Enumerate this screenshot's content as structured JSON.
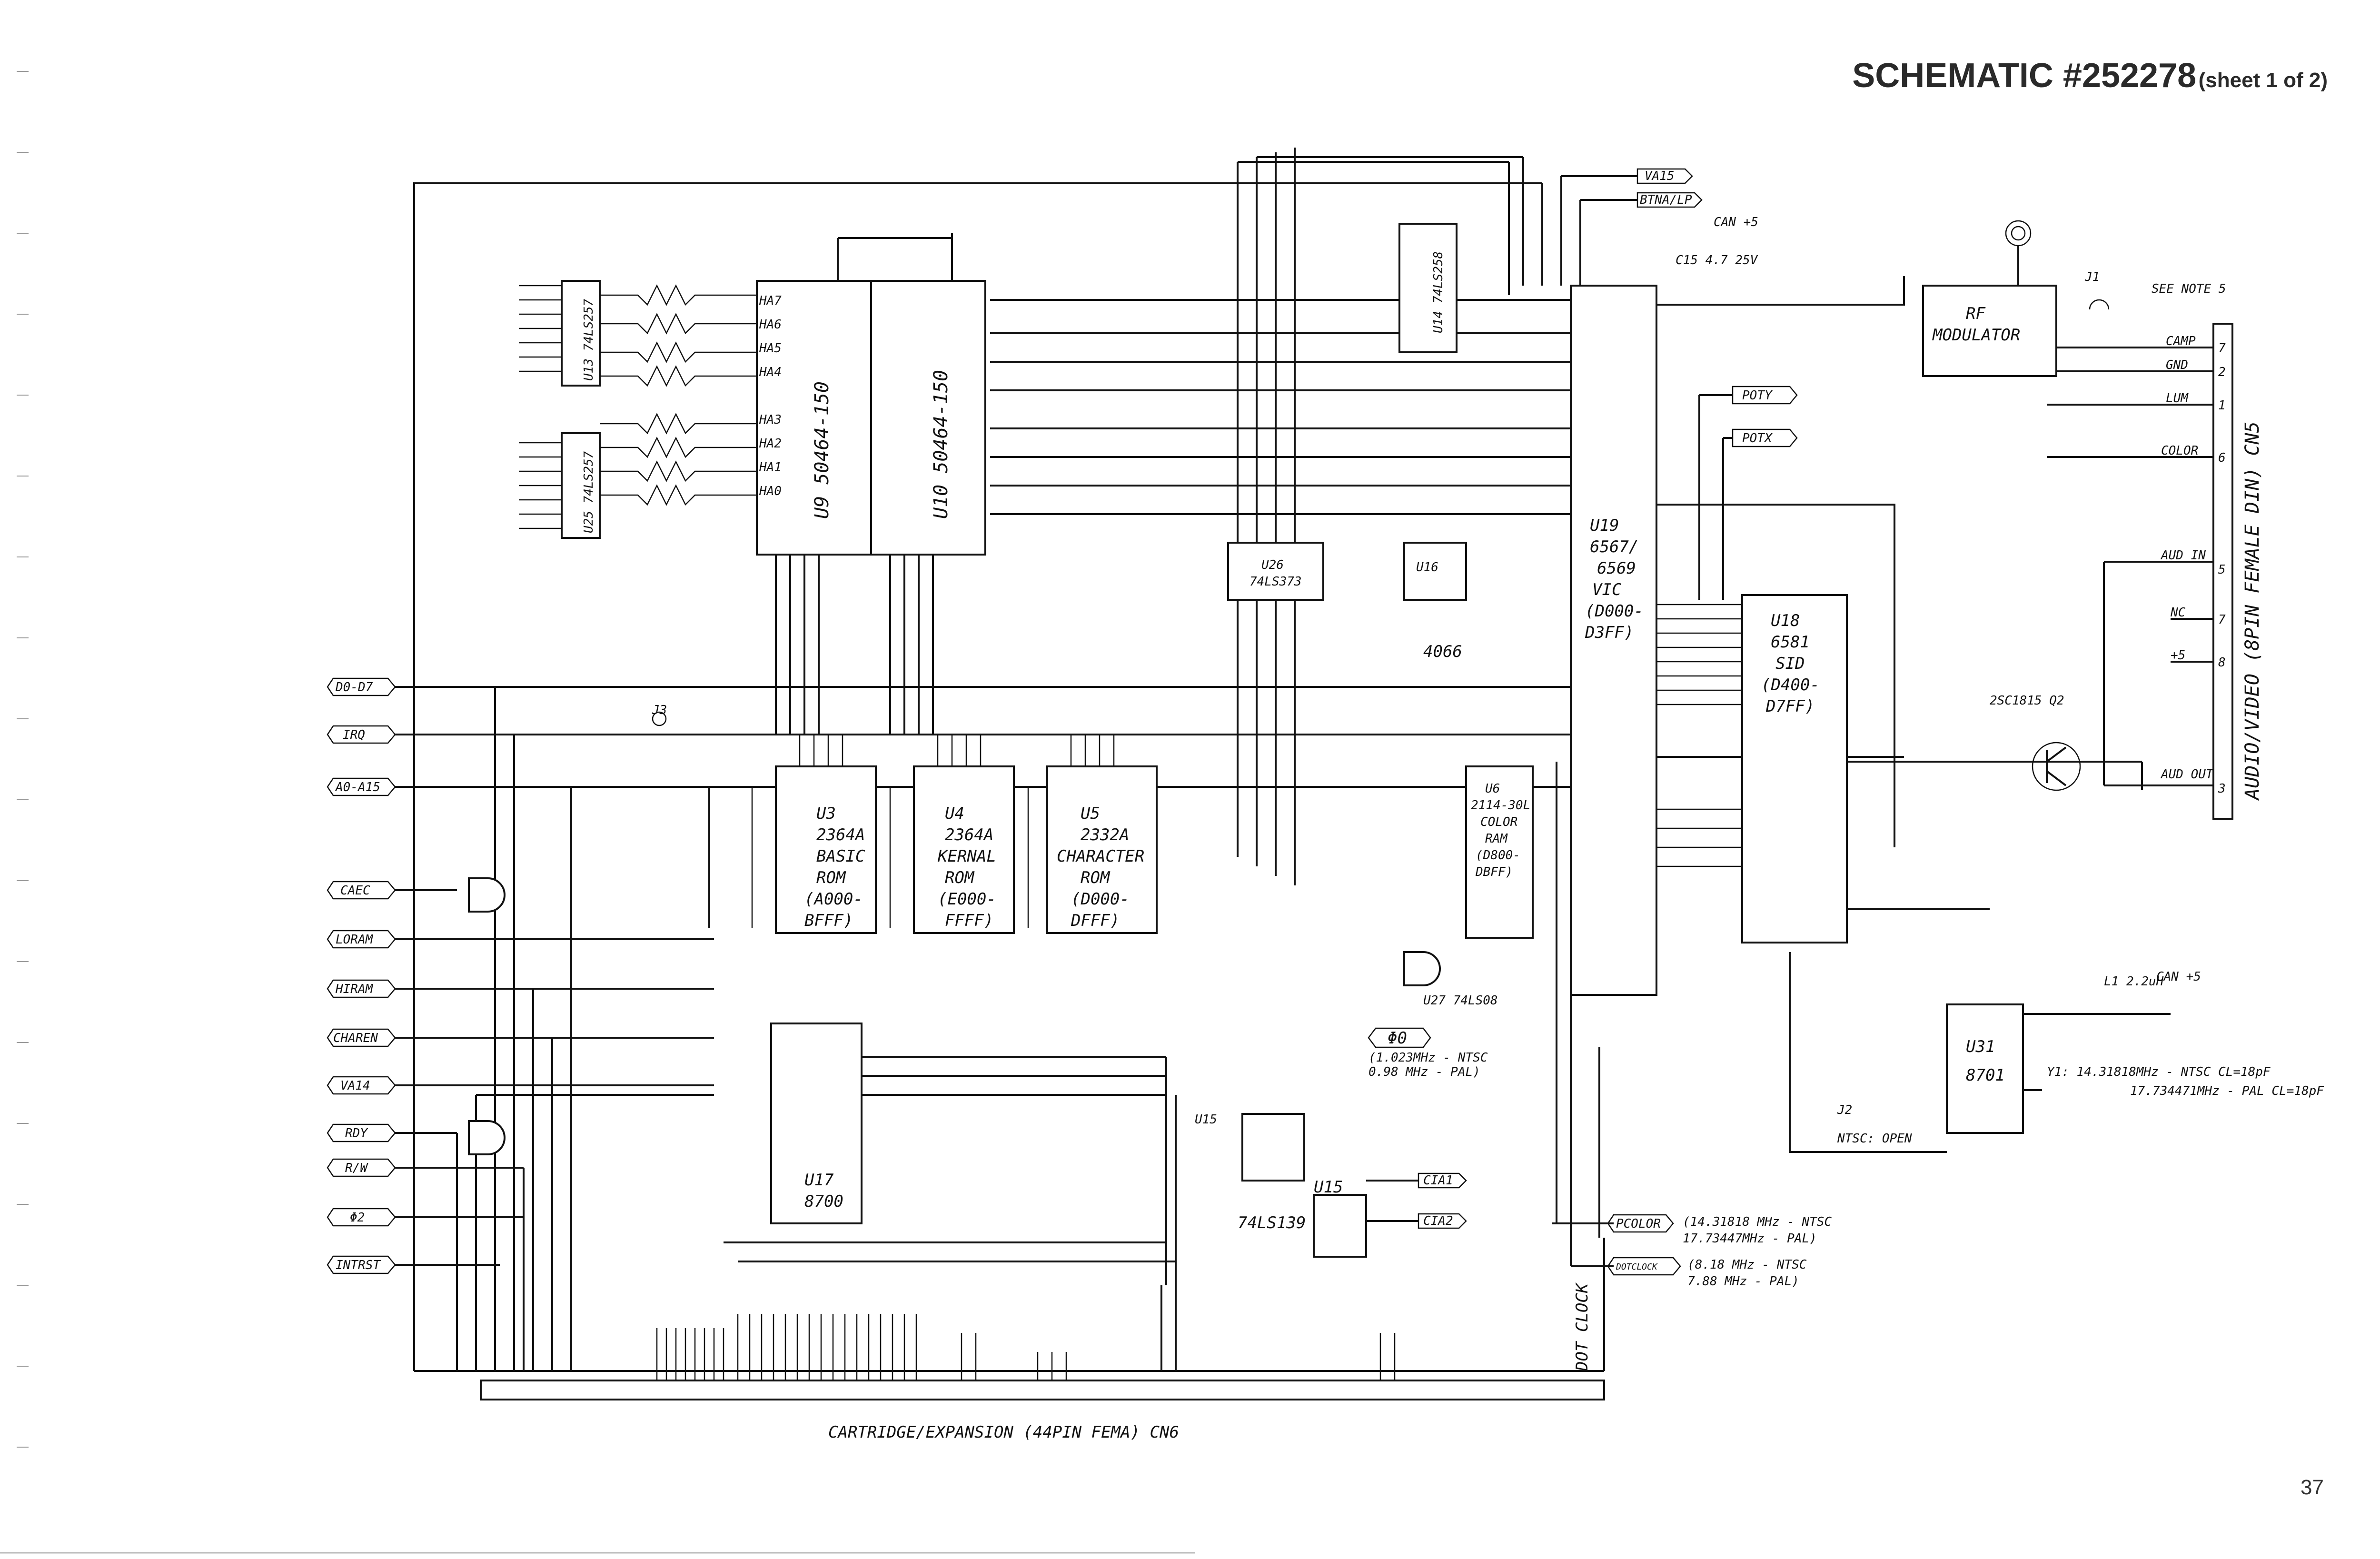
{
  "header": {
    "title": "SCHEMATIC #252278",
    "sheet": "(sheet 1 of 2)",
    "page_number": "37"
  },
  "cartridge_label": "CARTRIDGE/EXPANSION (44PIN FEMA) CN6",
  "av_connector_label": "AUDIO/VIDEO (8PIN FEMALE DIN) CN5",
  "left_signals": [
    "D0-D7",
    "IRQ",
    "A0-A15",
    "CAEC",
    "LORAM",
    "HIRAM",
    "CHAREN",
    "VA14",
    "RDY",
    "R/W",
    "Φ2",
    "INTRST"
  ],
  "top_signals": [
    "VA15",
    "BTNA/LP"
  ],
  "pot_signals": [
    "POTY",
    "POTX"
  ],
  "clock_signals": [
    {
      "label": "Φ0",
      "note1": "(1.023MHz - NTSC",
      "note2": "0.98 MHz - PAL)"
    },
    {
      "label": "PCOLOR",
      "note1": "(14.31818 MHz - NTSC",
      "note2": "17.73447MHz - PAL)"
    },
    {
      "label": "DOTCLOCK",
      "note1": "(8.18 MHz - NTSC",
      "note2": "7.88 MHz - PAL)"
    }
  ],
  "cia_signals": [
    "CIA1",
    "CIA2"
  ],
  "chips": {
    "u9": "U9 50464-150",
    "u10": "U10 50464-150",
    "u3": [
      "U3",
      "2364A",
      "BASIC",
      "ROM",
      "(A000-",
      "BFFF)"
    ],
    "u4": [
      "U4",
      "2364A",
      "KERNAL",
      "ROM",
      "(E000-",
      "FFFF)"
    ],
    "u5": [
      "U5",
      "2332A",
      "CHARACTER",
      "ROM",
      "(D000-",
      "DFFF)"
    ],
    "u19": [
      "U19",
      "6567/",
      "6569",
      "VIC",
      "(D000-",
      "D3FF)"
    ],
    "u18": [
      "U18",
      "6581",
      "SID",
      "(D400-",
      "D7FF)"
    ],
    "u6": [
      "U6",
      "2114-30L",
      "COLOR",
      "RAM",
      "(D800-",
      "DBFF)"
    ],
    "u26": [
      "U26",
      "74LS373"
    ],
    "u16": [
      "U16",
      "4066"
    ],
    "u17": [
      "U17",
      "8700"
    ],
    "u15": [
      "U15",
      "74LS139"
    ],
    "u31": [
      "U31",
      "8701"
    ],
    "u13": "U13 74LS257",
    "u25": "U25 74LS257",
    "u14": "U14 74LS258",
    "u27": "U27 74LS08",
    "rf": [
      "RF",
      "MODULATOR"
    ]
  },
  "av_pins": [
    {
      "name": "CAMP",
      "num": "7"
    },
    {
      "name": "GND",
      "num": "2"
    },
    {
      "name": "LUM",
      "num": "1"
    },
    {
      "name": "COLOR",
      "num": "6"
    },
    {
      "name": "AUD IN",
      "num": "5"
    },
    {
      "name": "NC",
      "num": "7"
    },
    {
      "name": "+5",
      "num": "8"
    },
    {
      "name": "AUD OUT",
      "num": "3"
    }
  ],
  "misc_labels": {
    "see_note": "SEE NOTE 5",
    "j1": "J1",
    "j2": "J2",
    "j3": "J3",
    "ntsc_open": "NTSC: OPEN",
    "crystal": "Y1: 14.31818MHz - NTSC CL=18pF",
    "crystal_pal": "17.734471MHz - PAL CL=18pF",
    "q2": "2SC1815 Q2",
    "l1": "L1 2.2uH",
    "dot_clock": "DOT CLOCK",
    "can5": "CAN +5",
    "c15": "C15 4.7 25V",
    "ham": [
      "HA7",
      "HA6",
      "HA5",
      "HA4",
      "HA3",
      "HA2",
      "HA1",
      "HA0"
    ]
  }
}
